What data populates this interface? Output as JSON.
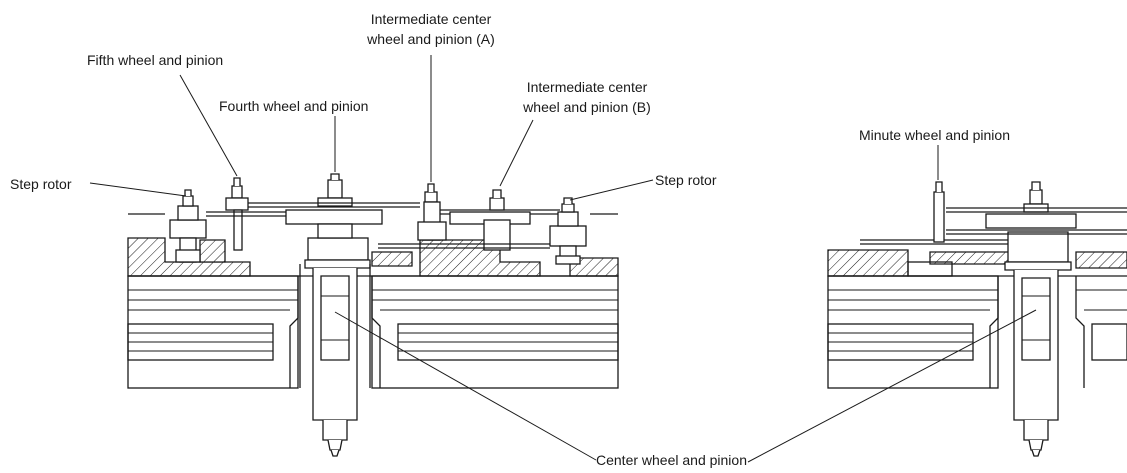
{
  "labels": {
    "step_rotor_left": "Step rotor",
    "fifth_wheel": "Fifth wheel and pinion",
    "fourth_wheel": "Fourth wheel and pinion",
    "intermediate_a_line1": "Intermediate center",
    "intermediate_a_line2": "wheel and pinion (A)",
    "intermediate_b_line1": "Intermediate center",
    "intermediate_b_line2": "wheel and pinion (B)",
    "step_rotor_right": "Step rotor",
    "minute_wheel": "Minute wheel and pinion",
    "center_wheel": "Center wheel and pinion"
  }
}
